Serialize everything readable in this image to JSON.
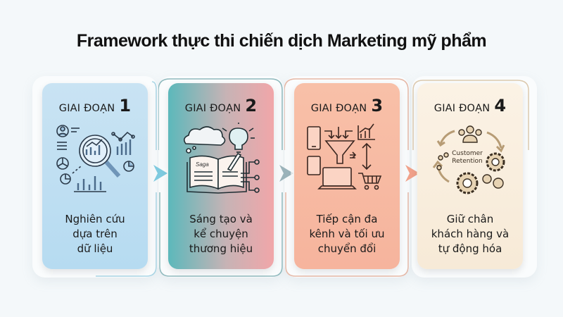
{
  "title": "Framework thực thi chiến dịch Marketing mỹ phẩm",
  "stages": [
    {
      "label": "GIAI ĐOẠN",
      "number": "1",
      "icon": "data-research-magnifier-icon",
      "description": [
        "Nghiên cứu",
        "dựa trên",
        "dữ liệu"
      ],
      "color": "#b6dbf1",
      "accent": "#7fc6dc"
    },
    {
      "label": "GIAI ĐOẠN",
      "number": "2",
      "icon": "storytelling-book-idea-icon",
      "description": [
        "Sáng tạo và",
        "kể chuyện",
        "thương hiệu"
      ],
      "color": "#5cb8bb",
      "accent": "#6fb5b8"
    },
    {
      "label": "GIAI ĐOẠN",
      "number": "3",
      "icon": "omnichannel-funnel-icon",
      "description": [
        "Tiếp cận đa",
        "kênh và tối ưu",
        "chuyển đổi"
      ],
      "color": "#f6b49d",
      "accent": "#e7a48c"
    },
    {
      "label": "GIAI ĐOẠN",
      "number": "4",
      "icon": "customer-retention-gears-icon",
      "description": [
        "Giữ chân",
        "khách hàng và",
        "tự động hóa"
      ],
      "color": "#f7ead7",
      "accent": "#d4b993"
    }
  ],
  "icon_texts": {
    "retention_line1": "Customer",
    "retention_line2": "Retention",
    "book_script": "Saga"
  }
}
